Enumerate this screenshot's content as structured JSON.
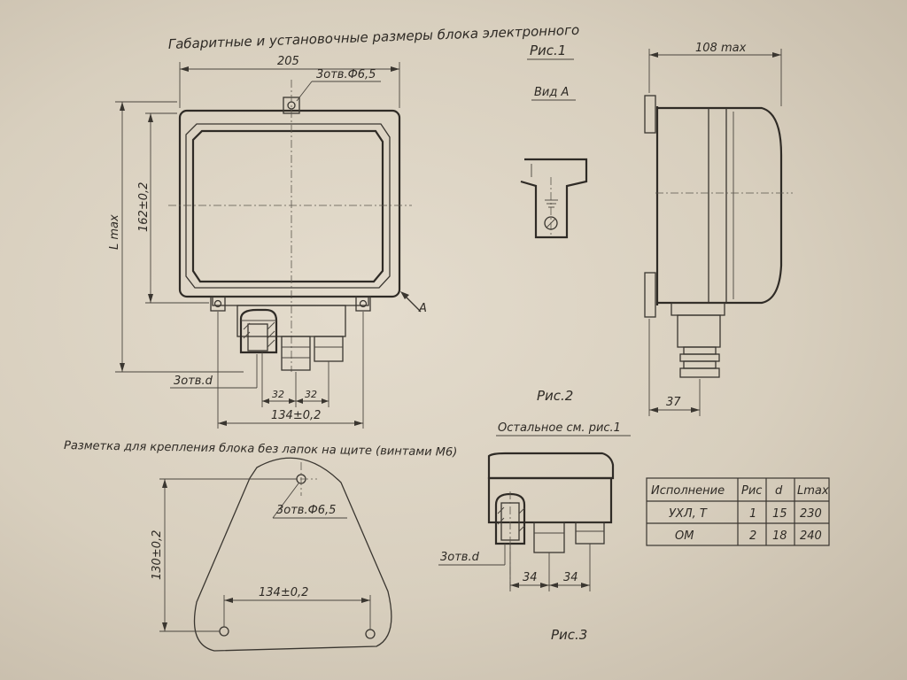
{
  "drawing": {
    "title": "Габаритные и установочные размеры блока электронного",
    "fig1": {
      "label": "Рис.1",
      "view_label": "Вид А",
      "view_arrow": "А"
    },
    "fig2": {
      "label": "Рис.2",
      "note": "Остальное см. рис.1"
    },
    "fig3": {
      "label": "Рис.3"
    },
    "mounting_title": "Разметка для крепления блока без лапок на щите (винтами М6)",
    "dims": {
      "width": "205",
      "holes_top": "3отв.Ф6,5",
      "height_inner": "162±0,2",
      "l_max": "L max",
      "holes_d": "3отв.d",
      "pitch1": "32",
      "pitch2": "32",
      "base": "134±0,2",
      "depth": "108 max",
      "collar": "37",
      "mount_height": "130±0,2",
      "mount_holes": "3отв.Ф6,5",
      "mount_base": "134±0,2",
      "fig2_holes": "3отв.d",
      "fig2_pitch1": "34",
      "fig2_pitch2": "34"
    },
    "table": {
      "headers": [
        "Исполнение",
        "Рис",
        "d",
        "Lmax"
      ],
      "rows": [
        [
          "УХЛ, Т",
          "1",
          "15",
          "230"
        ],
        [
          "ОМ",
          "2",
          "18",
          "240"
        ]
      ]
    }
  }
}
